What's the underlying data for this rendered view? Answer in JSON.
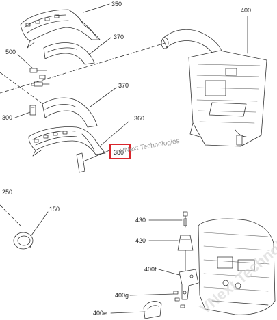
{
  "callouts": {
    "c350": "350",
    "c400": "400",
    "c370a": "370",
    "c500": "500",
    "c370b": "370",
    "c300": "300",
    "c360": "360",
    "c380": "380",
    "c250": "250",
    "c150": "150",
    "c430": "430",
    "c420": "420",
    "c400f": "400f",
    "c400g": "400g",
    "c400e": "400e"
  },
  "highlighted_callout": "380",
  "highlight_color": "#d9262c",
  "watermark": {
    "line1": "VNext Technologies",
    "line2": "VNext Technologies"
  }
}
